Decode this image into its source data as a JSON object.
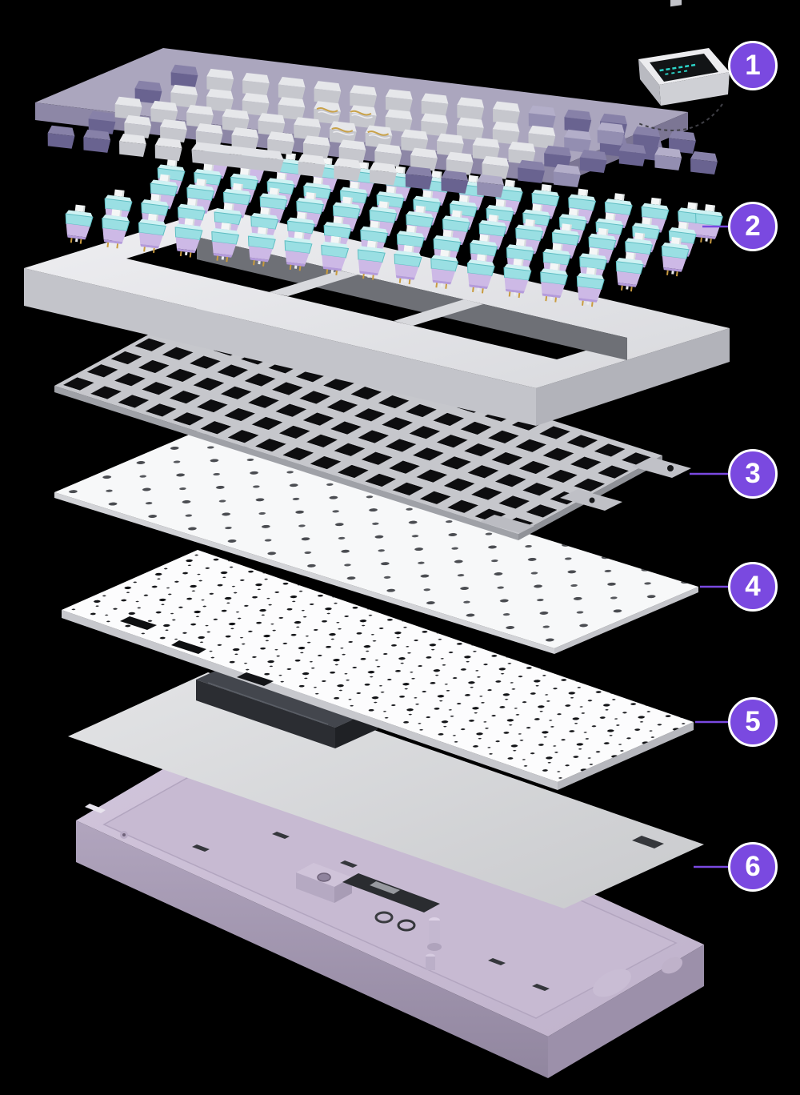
{
  "page": {
    "background_color": "#000000"
  },
  "diagram": {
    "accent_color": "#7A49E0",
    "callout_text_color": "#FFFFFF",
    "callouts": [
      {
        "number": "1",
        "part": "keycaps-and-screen-module"
      },
      {
        "number": "2",
        "part": "switches"
      },
      {
        "number": "3",
        "part": "top-case-and-plate"
      },
      {
        "number": "4",
        "part": "plate-foam"
      },
      {
        "number": "5",
        "part": "pcb"
      },
      {
        "number": "6",
        "part": "silicone-pad-and-bottom-case"
      }
    ],
    "colors": {
      "keycap_gray": "#E6E7EA",
      "keycap_purple": "#8781A8",
      "switch_top_housing": "#9ADFE3",
      "switch_bottom_housing": "#CDB9E6",
      "switch_stem": "#F4F6F6",
      "switch_pins": "#C99B3F",
      "top_case": "#E4E5E8",
      "plate": "#C6C7CC",
      "foam": "#F7F8F9",
      "pcb": "#FCFCFD",
      "silicone_pad": "#D9DADD",
      "battery": "#43464D",
      "bottom_case": "#C9BDD4",
      "screen_text": "#2BD4C8"
    }
  }
}
